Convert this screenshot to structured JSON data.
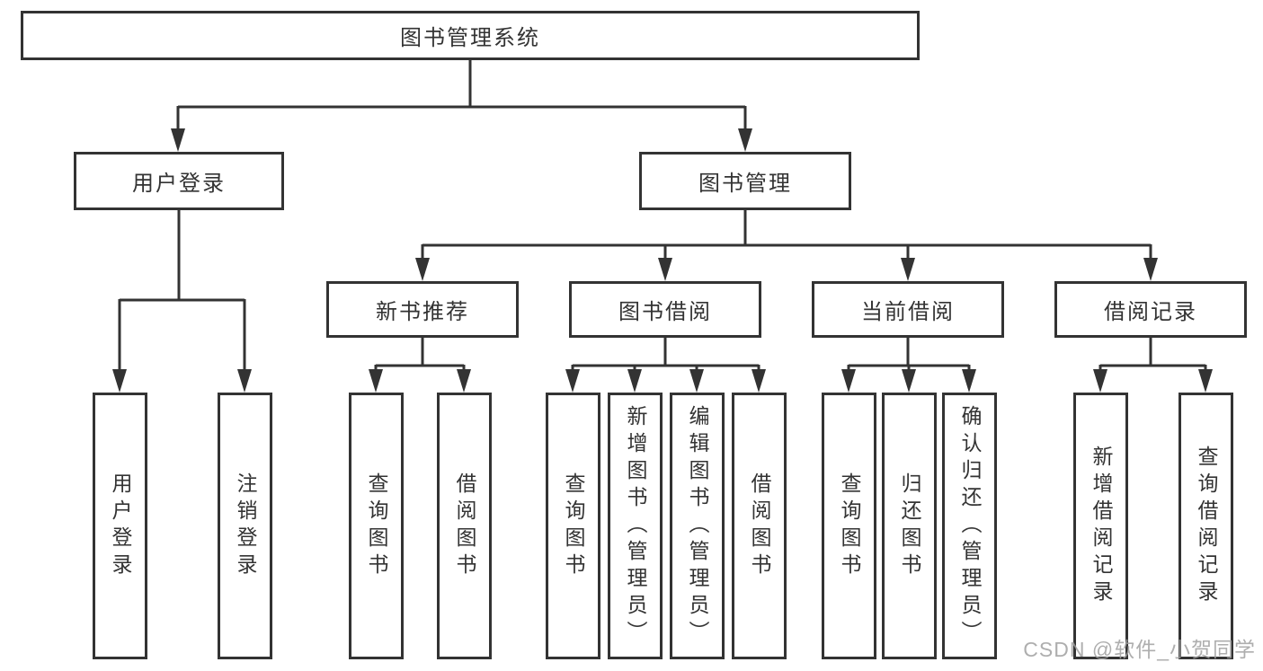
{
  "colors": {
    "line": "#333333",
    "text": "#333333",
    "box_background": "#ffffff",
    "watermark": "#a0a0a0"
  },
  "tree": {
    "root": {
      "label": "图书管理系统"
    },
    "level2": [
      {
        "label": "用户登录"
      },
      {
        "label": "图书管理"
      }
    ],
    "level3": [
      {
        "label": "新书推荐",
        "parent": "图书管理"
      },
      {
        "label": "图书借阅",
        "parent": "图书管理"
      },
      {
        "label": "当前借阅",
        "parent": "图书管理"
      },
      {
        "label": "借阅记录",
        "parent": "图书管理"
      }
    ],
    "leaves": [
      {
        "label": "用户登录",
        "parent": "用户登录"
      },
      {
        "label": "注销登录",
        "parent": "用户登录"
      },
      {
        "label": "查询图书",
        "parent": "新书推荐"
      },
      {
        "label": "借阅图书",
        "parent": "新书推荐"
      },
      {
        "label": "查询图书",
        "parent": "图书借阅"
      },
      {
        "label": "新增图书（管理员）",
        "parent": "图书借阅"
      },
      {
        "label": "编辑图书（管理员）",
        "parent": "图书借阅"
      },
      {
        "label": "借阅图书",
        "parent": "图书借阅"
      },
      {
        "label": "查询图书",
        "parent": "当前借阅"
      },
      {
        "label": "归还图书",
        "parent": "当前借阅"
      },
      {
        "label": "确认归还（管理员）",
        "parent": "当前借阅"
      },
      {
        "label": "新增借阅记录",
        "parent": "借阅记录"
      },
      {
        "label": "查询借阅记录",
        "parent": "借阅记录"
      }
    ]
  },
  "watermark": {
    "text": "CSDN @软件_小贺同学"
  }
}
